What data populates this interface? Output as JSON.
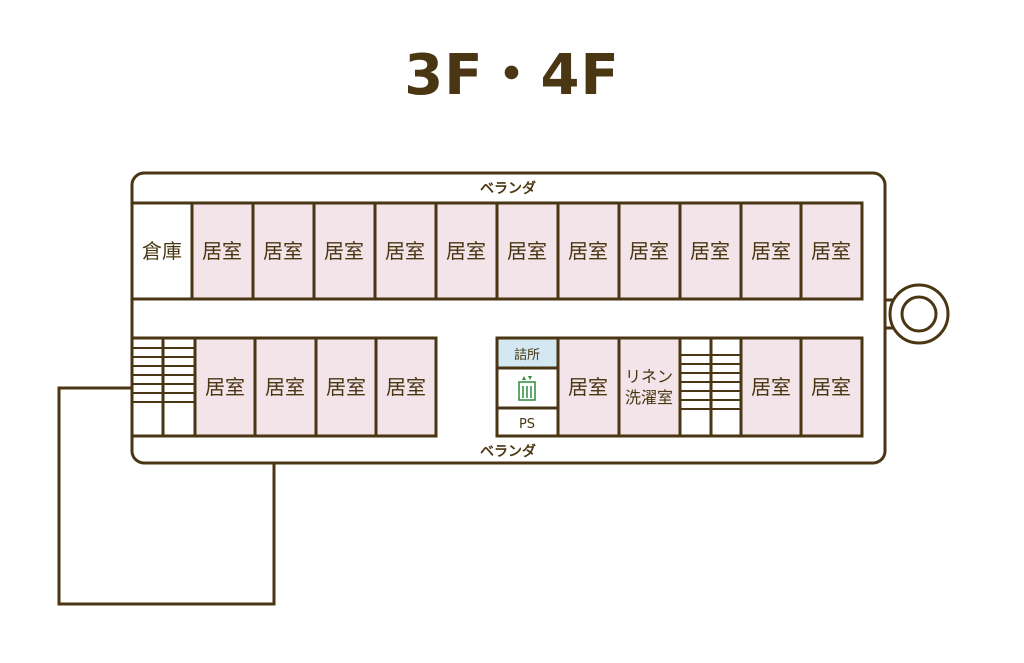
{
  "title": "3F・4F",
  "labels": {
    "veranda_top": "ベランダ",
    "veranda_bottom": "ベランダ",
    "storage": "倉庫",
    "room": "居室",
    "staff_station": "詰所",
    "ps": "PS",
    "linen_line1": "リネン",
    "linen_line2": "洗濯室"
  },
  "icons": {
    "elevator": "elevator-icon",
    "staircase": "staircase-icon",
    "emergency_exit": "circular-exit-icon"
  },
  "colors": {
    "outline": "#4a3613",
    "room_fill": "#f2e4e8",
    "staff_fill": "#d3e8f2",
    "elevator_icon": "#2f8a3a",
    "background": "#ffffff"
  }
}
